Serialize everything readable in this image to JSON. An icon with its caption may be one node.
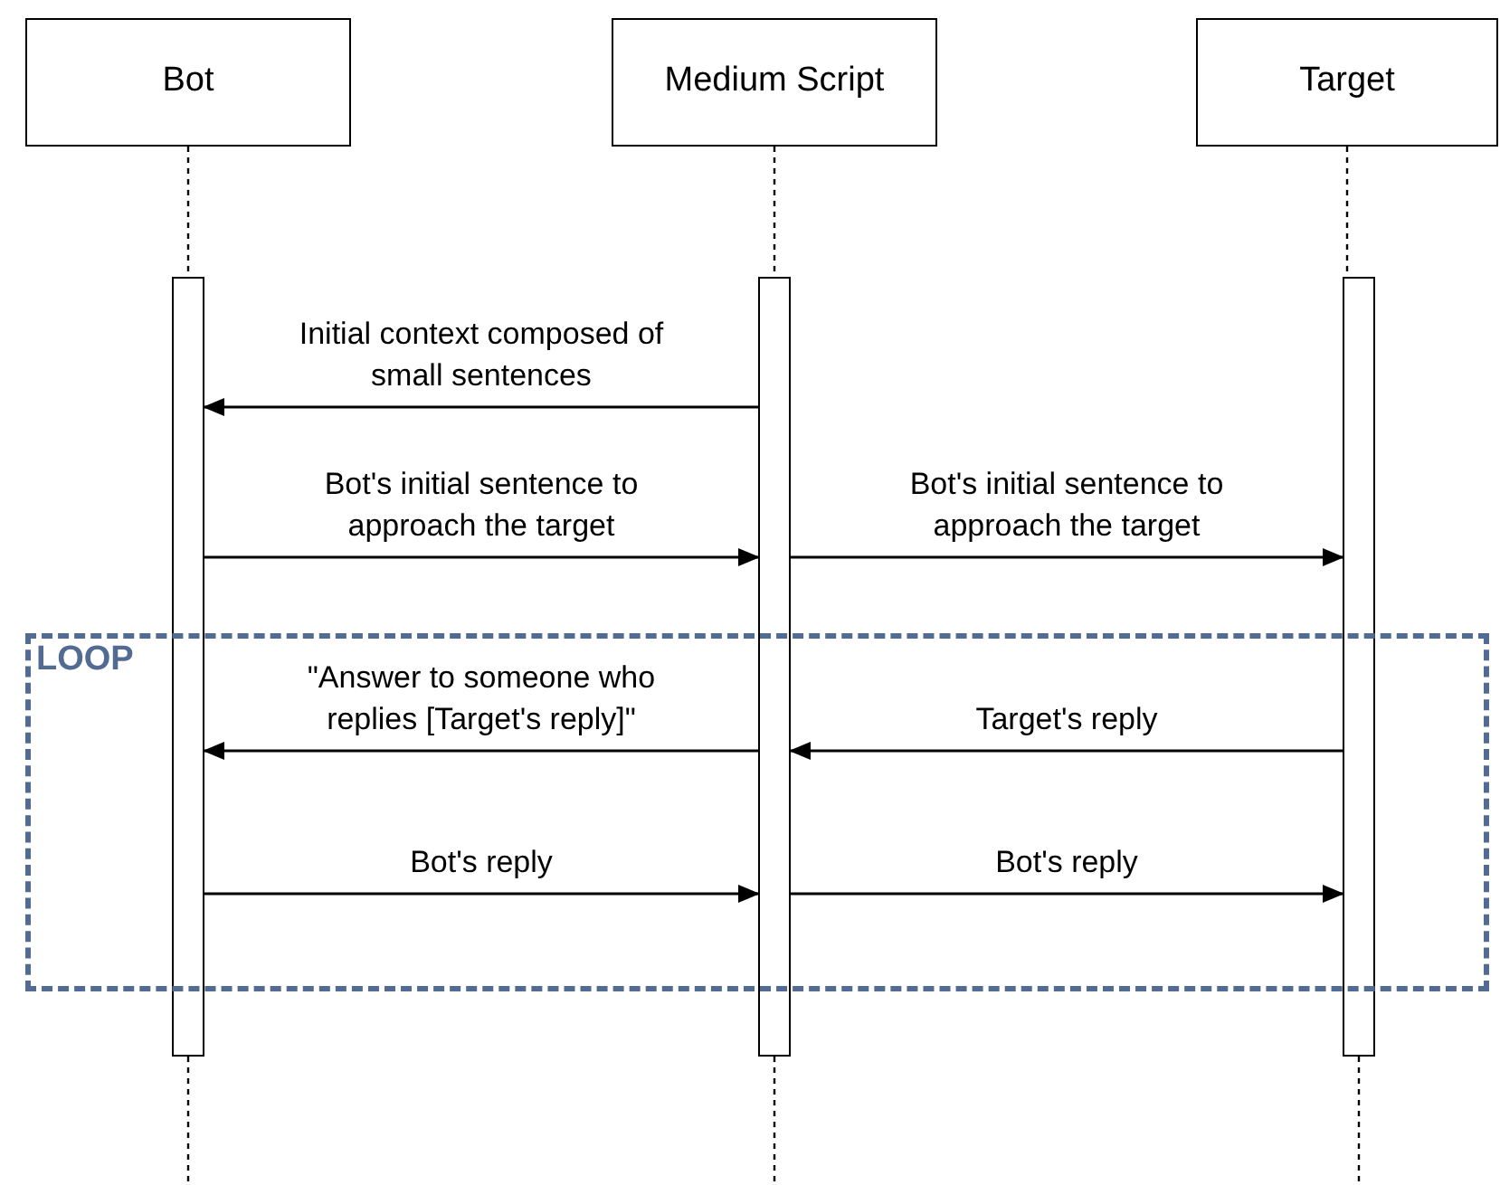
{
  "diagram": {
    "nodes": [
      {
        "text": [
          "Bot"
        ]
      },
      {
        "text": [
          "Medium Script"
        ]
      },
      {
        "text": [
          "Target"
        ]
      },
      {
        "text": [],
        "shape": "bar"
      },
      {
        "text": [],
        "shape": "bar"
      },
      {
        "text": [],
        "shape": "bar"
      }
    ],
    "labels": [
      "LOOP"
    ],
    "edges": [
      {
        "from": 0,
        "to": 3,
        "arrow": "none",
        "style": "dashed"
      },
      {
        "from": 1,
        "to": 4,
        "arrow": "none",
        "style": "dashed"
      },
      {
        "from": 2,
        "to": 5,
        "arrow": "none",
        "style": "dashed"
      },
      {
        "from": 4,
        "to": 3,
        "arrow": "to",
        "label": "Initial context composed of small sentences"
      },
      {
        "from": 3,
        "to": 4,
        "arrow": "to",
        "label": "Bot's initial sentence to approach the target"
      },
      {
        "from": 4,
        "to": 5,
        "arrow": "to",
        "label": "Bot's initial sentence to approach the target"
      },
      {
        "from": 4,
        "to": 3,
        "arrow": "to",
        "label": "\"Answer to someone who replies [Target's reply]\""
      },
      {
        "from": 5,
        "to": 4,
        "arrow": "to",
        "label": "Target's reply"
      },
      {
        "from": 3,
        "to": 4,
        "arrow": "to",
        "label": "Bot's reply"
      },
      {
        "from": 4,
        "to": 5,
        "arrow": "to",
        "label": "Bot's reply"
      },
      {
        "from": 3,
        "to": null,
        "arrow": "none",
        "style": "dashed"
      },
      {
        "from": 4,
        "to": null,
        "arrow": "none",
        "style": "dashed"
      },
      {
        "from": 5,
        "to": null,
        "arrow": "none",
        "style": "dashed"
      }
    ]
  }
}
